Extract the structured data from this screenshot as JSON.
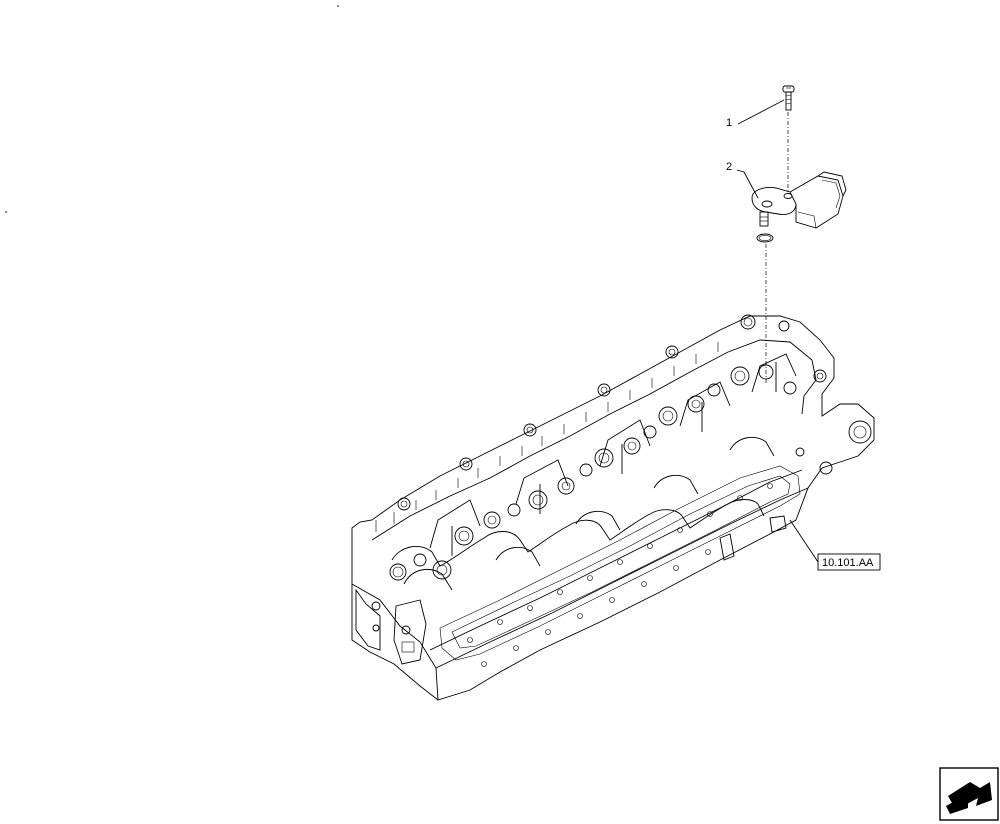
{
  "callouts": {
    "item1": "1",
    "item2": "2"
  },
  "reference_box": "10.101.AA",
  "navigation": {
    "icon": "next-page-arrow-icon"
  }
}
